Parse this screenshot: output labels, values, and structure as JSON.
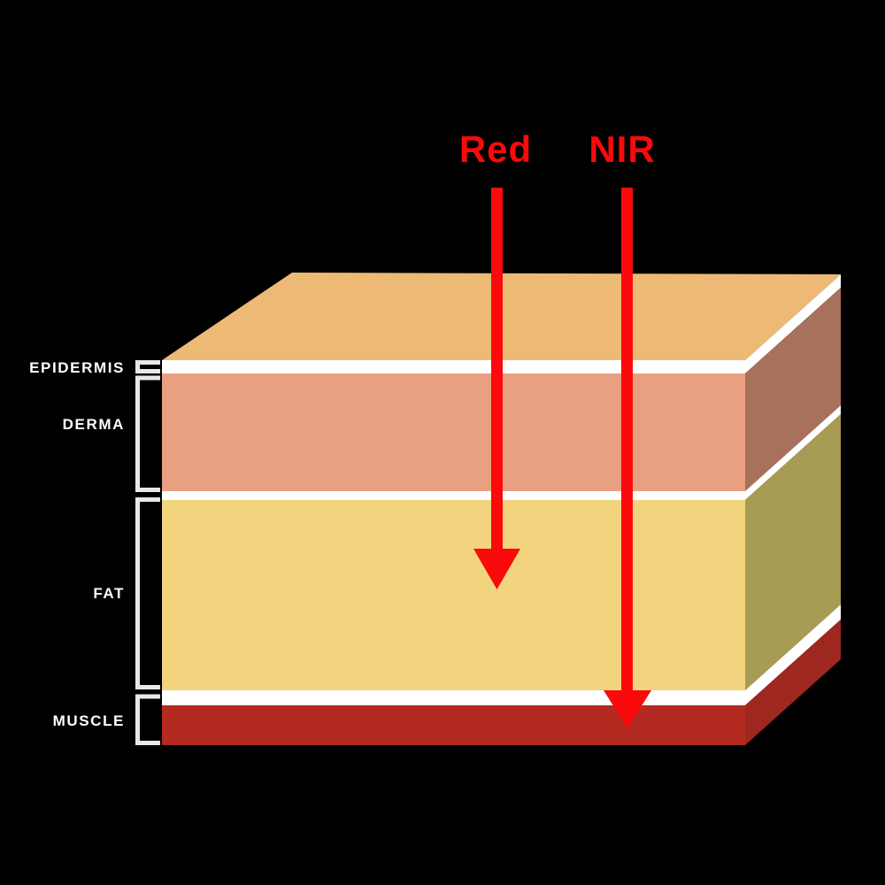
{
  "diagram": {
    "layers": [
      {
        "label": "EPIDERMIS"
      },
      {
        "label": "DERMA"
      },
      {
        "label": "FAT"
      },
      {
        "label": "MUSCLE"
      }
    ],
    "beams": [
      {
        "label": "Red",
        "ends_in_layer": "FAT"
      },
      {
        "label": "NIR",
        "ends_in_layer": "MUSCLE"
      }
    ]
  },
  "colors": {
    "background": "#000000",
    "top_face": "#ECBA74",
    "divider_white": "#FFFFFF",
    "derma_front": "#E9A081",
    "derma_side": "#A8715C",
    "fat_front": "#F2D47F",
    "fat_side": "#A89B53",
    "muscle_front": "#B22A20",
    "muscle_side": "#9E2720",
    "bracket": "#E8E8E8",
    "arrow_red": "#FA0A0A",
    "label_white": "#FFFFFF"
  }
}
